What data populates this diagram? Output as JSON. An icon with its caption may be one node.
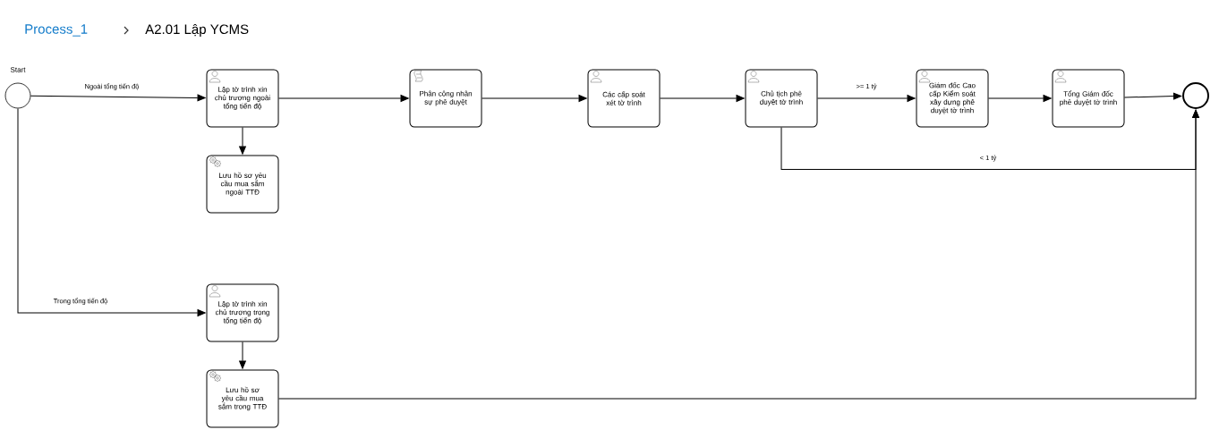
{
  "diagram": {
    "nodes": [
      {
        "text": [],
        "shape": "circle",
        "beside": [
          "Start"
        ]
      },
      {
        "text": [
          "Lập tờ trình xin chủ trương ngoài tổng tiến độ"
        ]
      },
      {
        "text": [
          "Lưu hồ sơ yêu cầu mua sắm ngoài TTĐ"
        ]
      },
      {
        "text": [
          "Phân công nhân sự phê duyệt"
        ]
      },
      {
        "text": [
          "Các cấp soát xét tờ trình"
        ]
      },
      {
        "text": [
          "Chủ tịch phê duyệt tờ trình"
        ]
      },
      {
        "text": [
          "Giám đốc Cao cấp Kiểm soát xây dựng phê duyệt tờ trình"
        ]
      },
      {
        "text": [
          "Tổng Giám đốc phê duyệt tờ trình"
        ]
      },
      {
        "text": [],
        "shape": "circle"
      },
      {
        "text": [
          "Lập tờ trình xin chủ trương trong tổng tiến độ"
        ]
      },
      {
        "text": [
          "Lưu hồ sơ yêu cầu mua sắm trong TTĐ"
        ]
      }
    ],
    "edges": [
      {
        "from": 0,
        "to": 1,
        "arrow": "to",
        "label": "Ngoài tổng tiến độ"
      },
      {
        "from": 1,
        "to": 2,
        "arrow": "to"
      },
      {
        "from": 1,
        "to": 3,
        "arrow": "to"
      },
      {
        "from": 3,
        "to": 4,
        "arrow": "to"
      },
      {
        "from": 4,
        "to": 5,
        "arrow": "to"
      },
      {
        "from": 5,
        "to": 6,
        "arrow": "to",
        "label": ">= 1 tỷ"
      },
      {
        "from": 6,
        "to": 7,
        "arrow": "to"
      },
      {
        "from": 7,
        "to": 8,
        "arrow": "to"
      },
      {
        "from": 5,
        "to": 8,
        "arrow": "to",
        "label": "< 1 tỷ"
      },
      {
        "from": 0,
        "to": 9,
        "arrow": "to",
        "label": "Trong tổng tiến độ"
      },
      {
        "from": 9,
        "to": 10,
        "arrow": "to"
      },
      {
        "from": 10,
        "to": 8,
        "arrow": "to"
      }
    ],
    "labels": [
      "Process_1",
      "A2.01 Lập YCMS"
    ]
  }
}
